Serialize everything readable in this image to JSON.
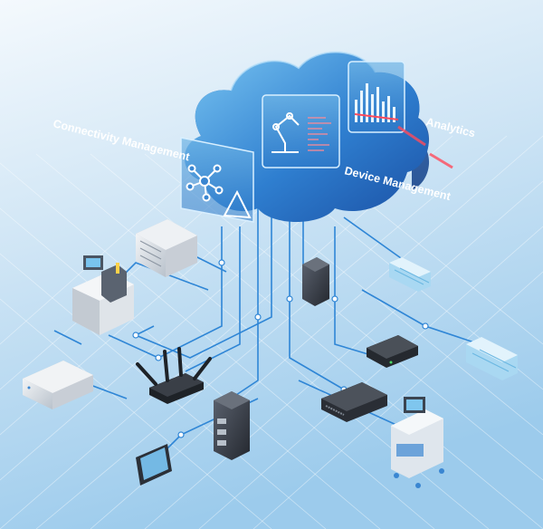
{
  "labels": {
    "connectivity": "Connectivity Management",
    "device": "Device Management",
    "analytics": "Analytics"
  },
  "colors": {
    "background_light": "#e8f3fb",
    "background_mid": "#b7d8ef",
    "cloud_dark": "#1f63b8",
    "cloud_light": "#5fb0ea",
    "line": "#2f86d6",
    "accent_red": "#ff4b5c",
    "label_text": "#ffffff"
  },
  "icons": [
    "cloud-icon",
    "robot-arm-icon",
    "hub-network-icon",
    "bar-chart-icon",
    "server-rack-icon",
    "cnc-machine-icon",
    "nas-storage-icon",
    "wifi-router-icon",
    "industrial-switch-icon",
    "edge-gateway-icon",
    "ethernet-switch-icon",
    "io-module-icon",
    "touch-panel-icon",
    "medical-cart-icon"
  ]
}
